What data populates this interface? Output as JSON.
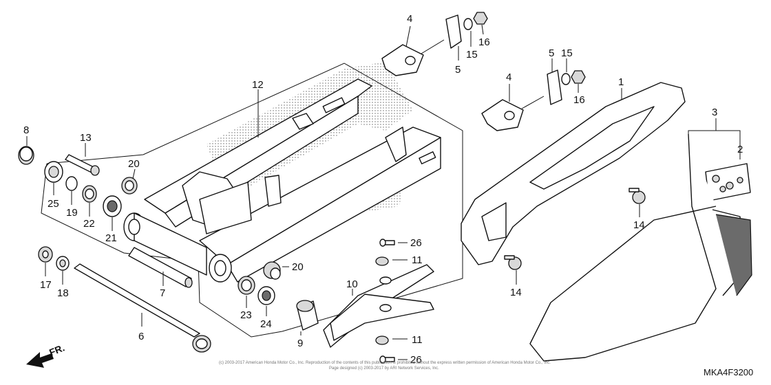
{
  "diagram_code": "MKA4F3200",
  "front_marker": "FR.",
  "copyright_line1": "(c) 2003-2017 American Honda Motor Co., Inc. Reproduction of the contents of this publication is prohibited without the express written permission of American Honda Motor Co., Inc.",
  "copyright_line2": "Page designed (c) 2003-2017 by ARI Network Services, Inc.",
  "callouts": {
    "c1": "1",
    "c2": "2",
    "c3": "3",
    "c4a": "4",
    "c4b": "4",
    "c5a": "5",
    "c5b": "5",
    "c6": "6",
    "c7": "7",
    "c8": "8",
    "c9": "9",
    "c10": "10",
    "c11a": "11",
    "c11b": "11",
    "c12": "12",
    "c13": "13",
    "c14a": "14",
    "c14b": "14",
    "c15a": "15",
    "c15b": "15",
    "c16a": "16",
    "c16b": "16",
    "c17": "17",
    "c18": "18",
    "c19": "19",
    "c20a": "20",
    "c20b": "20",
    "c21": "21",
    "c22": "22",
    "c23": "23",
    "c24": "24",
    "c25": "25",
    "c26a": "26",
    "c26b": "26"
  }
}
